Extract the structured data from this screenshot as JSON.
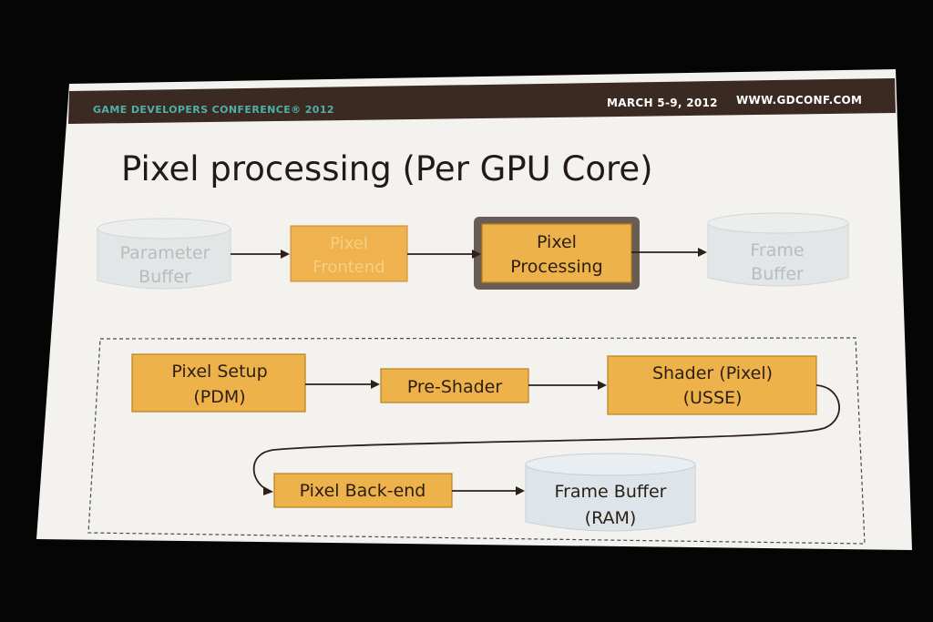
{
  "header": {
    "conference": "GAME DEVELOPERS CONFERENCE® 2012",
    "dates": "MARCH 5-9, 2012",
    "website": "WWW.GDCONF.COM"
  },
  "title": "Pixel processing (Per GPU Core)",
  "top_flow": {
    "parameter_buffer": [
      "Parameter",
      "Buffer"
    ],
    "pixel_frontend": [
      "Pixel",
      "Frontend"
    ],
    "pixel_processing": [
      "Pixel",
      "Processing"
    ],
    "frame_buffer": [
      "Frame",
      "Buffer"
    ]
  },
  "detail_flow": {
    "pixel_setup": [
      "Pixel Setup",
      "(PDM)"
    ],
    "pre_shader": "Pre-Shader",
    "shader_pixel": [
      "Shader (Pixel)",
      "(USSE)"
    ],
    "pixel_backend": "Pixel Back-end",
    "frame_buffer_ram": [
      "Frame Buffer",
      "(RAM)"
    ]
  },
  "colors": {
    "box_fill": "#eeb24a",
    "header_band": "#3a2a22",
    "header_accent": "#4fb0a6"
  }
}
